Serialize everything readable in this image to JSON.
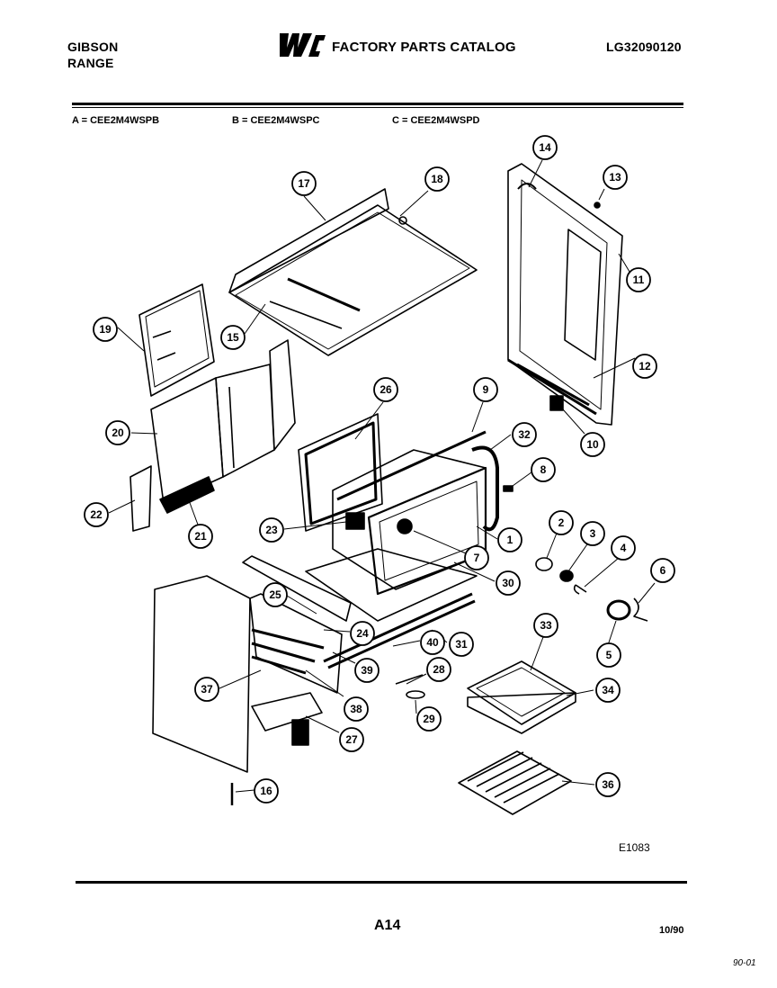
{
  "header": {
    "brand": "GIBSON",
    "product": "RANGE",
    "logo_text": "WCI",
    "catalog_title": "FACTORY PARTS CATALOG",
    "catalog_number": "LG32090120"
  },
  "models": [
    {
      "label": "A = CEE2M4WSPB"
    },
    {
      "label": "B = CEE2M4WSPC"
    },
    {
      "label": "C = CEE2M4WSPD"
    }
  ],
  "callouts": [
    "1",
    "2",
    "3",
    "4",
    "5",
    "6",
    "7",
    "8",
    "9",
    "10",
    "11",
    "12",
    "13",
    "14",
    "15",
    "16",
    "17",
    "18",
    "19",
    "20",
    "21",
    "22",
    "23",
    "24",
    "25",
    "26",
    "27",
    "28",
    "29",
    "30",
    "31",
    "32",
    "33",
    "34",
    "36",
    "37",
    "38",
    "39",
    "40"
  ],
  "footer": {
    "drawing_id": "E1083",
    "page": "A14",
    "date": "10/90",
    "margin_note": "90-01"
  }
}
